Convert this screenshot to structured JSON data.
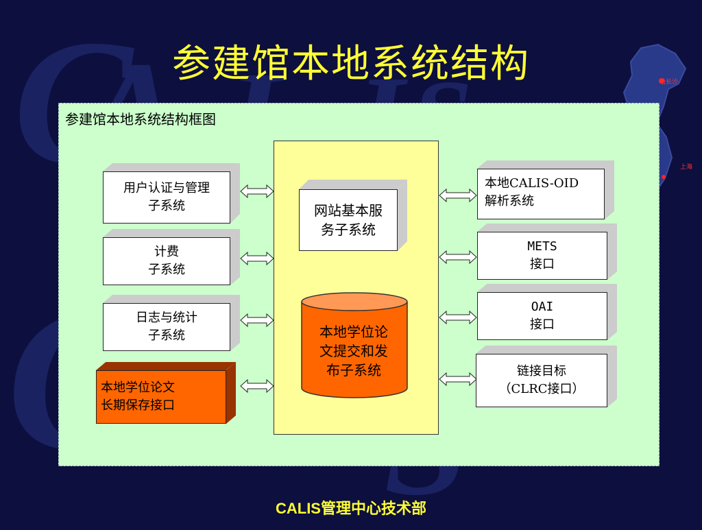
{
  "slide": {
    "title": "参建馆本地系统结构",
    "footer": "CALIS管理中心技术部",
    "bg_letters": [
      "C",
      "A",
      "L",
      "I",
      "S",
      "C",
      "S"
    ]
  },
  "panel": {
    "title": "参建馆本地系统结构框图"
  },
  "left_boxes": [
    {
      "label": "用户认证与管理\n子系统"
    },
    {
      "label": "计费\n子系统"
    },
    {
      "label": "日志与统计\n子系统"
    },
    {
      "label": "本地学位论文\n长期保存接口"
    }
  ],
  "center": {
    "web_service": "网站基本服\n务子系统",
    "submission": "本地学位论\n文提交和发\n布子系统"
  },
  "right_boxes": [
    {
      "label": "本地CALIS-OID\n解析系统"
    },
    {
      "label": "METS\n接口"
    },
    {
      "label": "OAI\n接口"
    },
    {
      "label": "链接目标\n（CLRC接口）"
    }
  ],
  "map": {
    "cities": [
      "哈长沙",
      "上海"
    ]
  },
  "colors": {
    "background": "#0d0f3e",
    "title": "#ffff33",
    "panel": "#ccffcc",
    "center_column": "#ffff99",
    "highlight": "#ff6600"
  }
}
